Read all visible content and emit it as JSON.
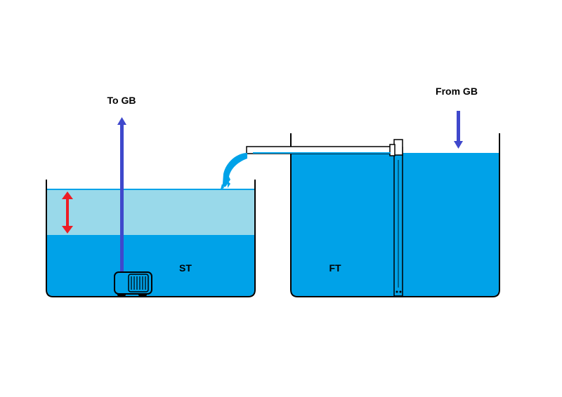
{
  "labels": {
    "to_gb": "To GB",
    "from_gb": "From GB",
    "sump_tank": "ST",
    "fish_tank": "FT"
  },
  "colors": {
    "water": "#00a2e8",
    "water_light": "#99d9ea",
    "arrow_blue": "#3f48cc",
    "arrow_red": "#ed1c24",
    "outline": "#000000",
    "pump_body": "#00a2e8",
    "pipe": "#ffffff"
  },
  "icons": {
    "pump": "submersible-pump-icon",
    "level_range": "double-headed-arrow-icon",
    "flow_out": "up-arrow-icon",
    "flow_in": "down-arrow-icon"
  }
}
